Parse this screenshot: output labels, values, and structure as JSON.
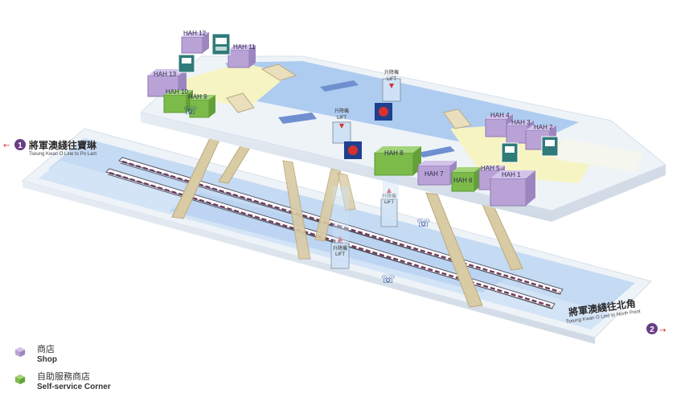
{
  "colors": {
    "shop": "#b8a2d6",
    "self_service": "#7cba4a",
    "concourse_blue": "#aeccef",
    "platform_blue": "#c5daf3",
    "floor_yellow": "#f7f4c4",
    "slab": "#ecf1f7",
    "pillar": "#d9cba4",
    "direction_badge": "#6a3d86",
    "arrow_red": "#d6322f"
  },
  "shops": [
    {
      "label": "HAH 12",
      "kind": "shop"
    },
    {
      "label": "HAH 11",
      "kind": "shop"
    },
    {
      "label": "HAH 13",
      "kind": "shop"
    },
    {
      "label": "HAH 10",
      "kind": "self_service"
    },
    {
      "label": "HAH 9",
      "kind": "self_service"
    },
    {
      "label": "HAH 8",
      "kind": "self_service"
    },
    {
      "label": "HAH 7",
      "kind": "shop"
    },
    {
      "label": "HAH 6",
      "kind": "self_service"
    },
    {
      "label": "HAH 5",
      "kind": "shop"
    },
    {
      "label": "HAH 1",
      "kind": "shop"
    },
    {
      "label": "HAH 4",
      "kind": "shop"
    },
    {
      "label": "HAH 3",
      "kind": "shop"
    },
    {
      "label": "HAH 2",
      "kind": "shop"
    }
  ],
  "lifts": [
    {
      "label": "升降機",
      "sub": "LIFT"
    },
    {
      "label": "升降機",
      "sub": "LIFT"
    },
    {
      "label": "升降機",
      "sub": "LIFT"
    },
    {
      "label": "升降機",
      "sub": "LIFT"
    }
  ],
  "directions": [
    {
      "number": "1",
      "zh": "將軍澳綫往寶琳",
      "en": "Tseung Kwan O Line to Po Lam"
    },
    {
      "number": "2",
      "zh": "將軍澳綫往北角",
      "en": "Tseung Kwan O Line to North Point"
    }
  ],
  "legend": [
    {
      "zh": "商店",
      "en": "Shop",
      "icon": "purple-cube-icon",
      "kind": "shop"
    },
    {
      "zh": "自助服務商店",
      "en": "Self-service Corner",
      "icon": "green-cube-icon",
      "kind": "self_service"
    }
  ],
  "icons": [
    "telephone-icon",
    "atm-icon",
    "customer-service-icon",
    "lift-arrow-icon"
  ]
}
